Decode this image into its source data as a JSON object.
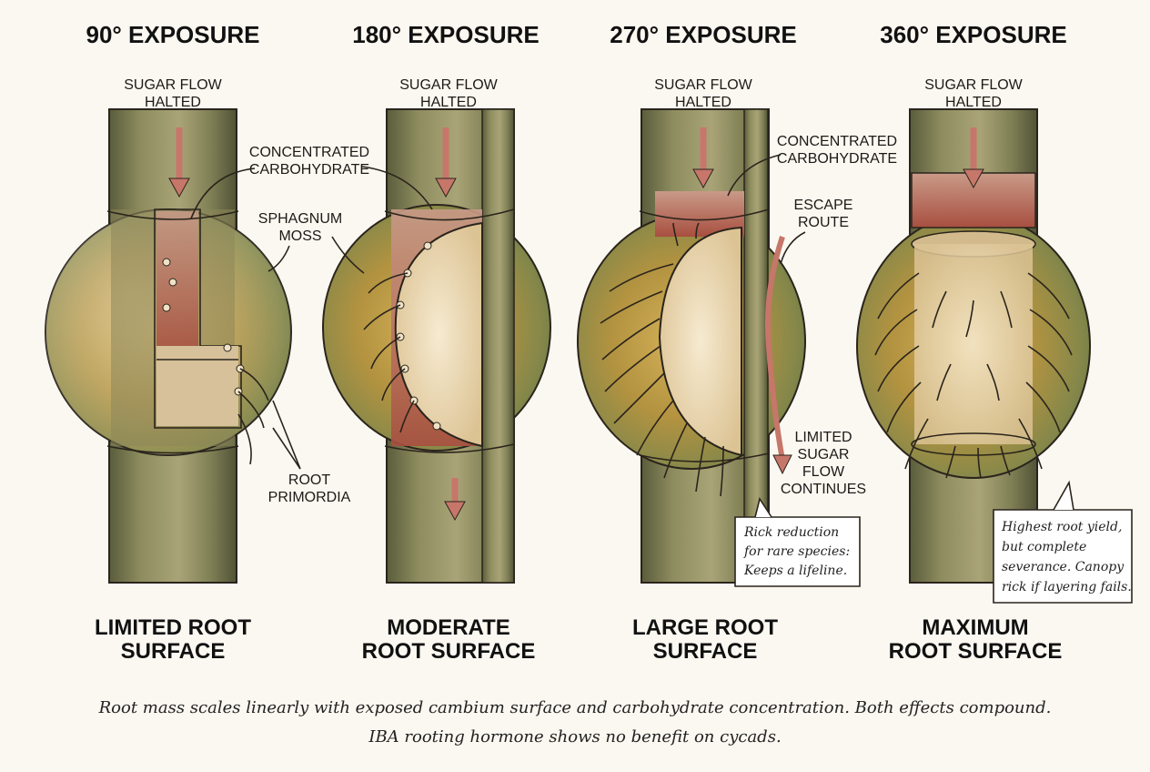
{
  "panels": [
    {
      "header": "90° EXPOSURE",
      "footer_line1": "LIMITED ROOT",
      "footer_line2": "SURFACE",
      "sugar_line1": "SUGAR FLOW",
      "sugar_line2": "HALTED"
    },
    {
      "header": "180° EXPOSURE",
      "footer_line1": "MODERATE",
      "footer_line2": "ROOT SURFACE",
      "sugar_line1": "SUGAR FLOW",
      "sugar_line2": "HALTED"
    },
    {
      "header": "270° EXPOSURE",
      "footer_line1": "LARGE ROOT",
      "footer_line2": "SURFACE",
      "sugar_line1": "SUGAR FLOW",
      "sugar_line2": "HALTED"
    },
    {
      "header": "360° EXPOSURE",
      "footer_line1": "MAXIMUM",
      "footer_line2": "ROOT SURFACE",
      "sugar_line1": "SUGAR FLOW",
      "sugar_line2": "HALTED"
    }
  ],
  "labels": {
    "carb_line1": "CONCENTRATED",
    "carb_line2": "CARBOHYDRATE",
    "moss_line1": "SPHAGNUM",
    "moss_line2": "MOSS",
    "root_line1": "ROOT",
    "root_line2": "PRIMORDIA",
    "escape_line1": "ESCAPE",
    "escape_line2": "ROUTE",
    "limited_line1": "LIMITED",
    "limited_line2": "SUGAR",
    "limited_line3": "FLOW",
    "limited_line4": "CONTINUES"
  },
  "notes": {
    "rare_line1": "Rick reduction",
    "rare_line2": "for rare species:",
    "rare_line3": "Keeps a lifeline.",
    "max_line1": "Highest root yield,",
    "max_line2": "but complete",
    "max_line3": "severance. Canopy",
    "max_line4": "rick if layering fails."
  },
  "caption": {
    "line1": "Root mass scales linearly with exposed cambium surface and carbohydrate concentration. Both effects compound.",
    "line2": "IBA rooting hormone shows no benefit on cycads."
  },
  "colors": {
    "bark": "#8a8a5c",
    "bark_dark": "#5e6240",
    "moss": "#b89a3e",
    "moss_green": "#7d8a48",
    "carbohydrate": "#b0584a",
    "cambium": "#ead8b4",
    "arrow": "#c7766a",
    "ink": "#2a241c"
  }
}
